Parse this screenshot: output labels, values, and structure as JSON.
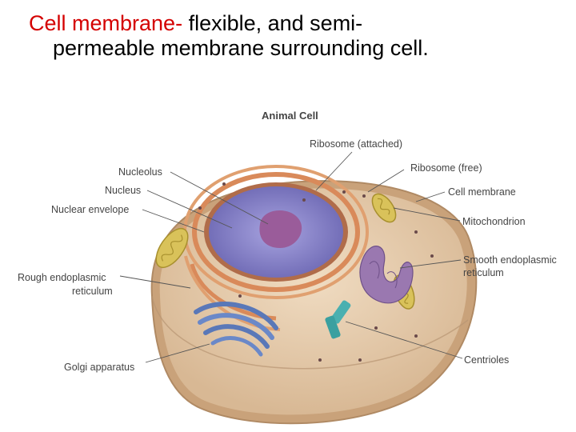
{
  "slide": {
    "term": "Cell membrane-",
    "definition_line1": "flexible, and semi-",
    "definition_line2": "permeable membrane surrounding cell."
  },
  "diagram": {
    "title": "Animal Cell",
    "labels": {
      "ribosome_attached": "Ribosome (attached)",
      "ribosome_free": "Ribosome (free)",
      "nucleolus": "Nucleolus",
      "nucleus": "Nucleus",
      "nuclear_envelope": "Nuclear envelope",
      "cell_membrane": "Cell membrane",
      "mitochondrion": "Mitochondrion",
      "smooth_er_1": "Smooth endoplasmic",
      "smooth_er_2": "reticulum",
      "rough_er_1": "Rough endoplasmic",
      "rough_er_2": "reticulum",
      "golgi": "Golgi apparatus",
      "centrioles": "Centrioles"
    }
  },
  "colors": {
    "term": "#d40000",
    "cytoplasm": "#e3c7a4",
    "membrane": "#c9a27a",
    "nucleus": "#8a86c8",
    "nucleolus": "#9a5c9a",
    "rough_er": "#d98a5a",
    "mitochondrion": "#d9c25a",
    "smooth_er": "#9a78b0",
    "golgi": "#5a78b8",
    "centrioles": "#4ab0b0"
  }
}
